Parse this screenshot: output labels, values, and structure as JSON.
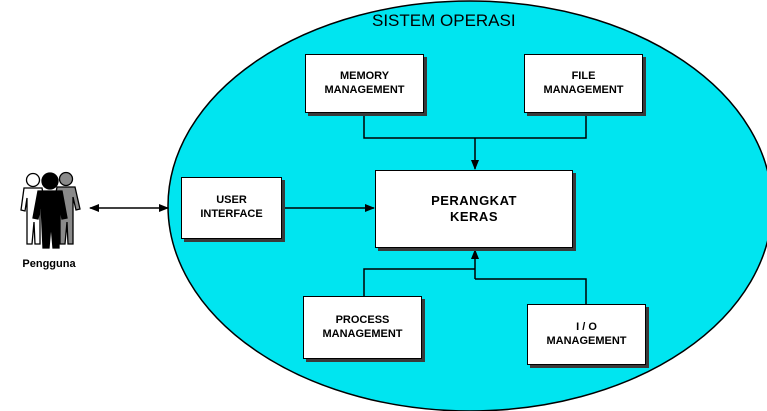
{
  "diagram": {
    "title": "SISTEM OPERASI",
    "colors": {
      "ellipse_fill": "#00E5F0",
      "stroke": "#000000",
      "box_fill": "#FFFFFF",
      "shadow": "#3A3A3A"
    },
    "user": {
      "label": "Pengguna",
      "icon": "people-group-icon"
    },
    "boxes": {
      "memory": [
        "MEMORY",
        "MANAGEMENT"
      ],
      "file": [
        "FILE",
        "MANAGEMENT"
      ],
      "user_interface": [
        "USER",
        "INTERFACE"
      ],
      "hardware": [
        "PERANGKAT",
        "KERAS"
      ],
      "process": [
        "PROCESS",
        "MANAGEMENT"
      ],
      "io": [
        "I / O",
        "MANAGEMENT"
      ]
    },
    "connections": [
      {
        "from": "Pengguna",
        "to": "USER INTERFACE",
        "direction": "both"
      },
      {
        "from": "USER INTERFACE",
        "to": "PERANGKAT KERAS",
        "direction": "forward"
      },
      {
        "from": "MEMORY MANAGEMENT",
        "to": "PERANGKAT KERAS",
        "direction": "forward"
      },
      {
        "from": "FILE MANAGEMENT",
        "to": "PERANGKAT KERAS",
        "direction": "forward"
      },
      {
        "from": "PROCESS MANAGEMENT",
        "to": "PERANGKAT KERAS",
        "direction": "forward"
      },
      {
        "from": "I / O MANAGEMENT",
        "to": "PERANGKAT KERAS",
        "direction": "forward"
      }
    ]
  }
}
